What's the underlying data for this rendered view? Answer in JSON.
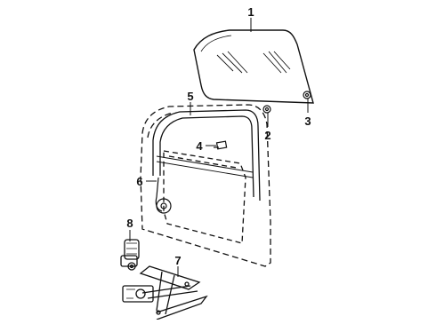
{
  "diagram": {
    "callouts": [
      {
        "id": "glass",
        "number": "1"
      },
      {
        "id": "clip-left",
        "number": "2"
      },
      {
        "id": "clip-right",
        "number": "3"
      },
      {
        "id": "bolt",
        "number": "4"
      },
      {
        "id": "run-channel",
        "number": "5"
      },
      {
        "id": "rear-channel",
        "number": "6"
      },
      {
        "id": "regulator",
        "number": "7"
      },
      {
        "id": "motor",
        "number": "8"
      }
    ],
    "colors": {
      "line": "#111111",
      "background": "#ffffff"
    }
  }
}
